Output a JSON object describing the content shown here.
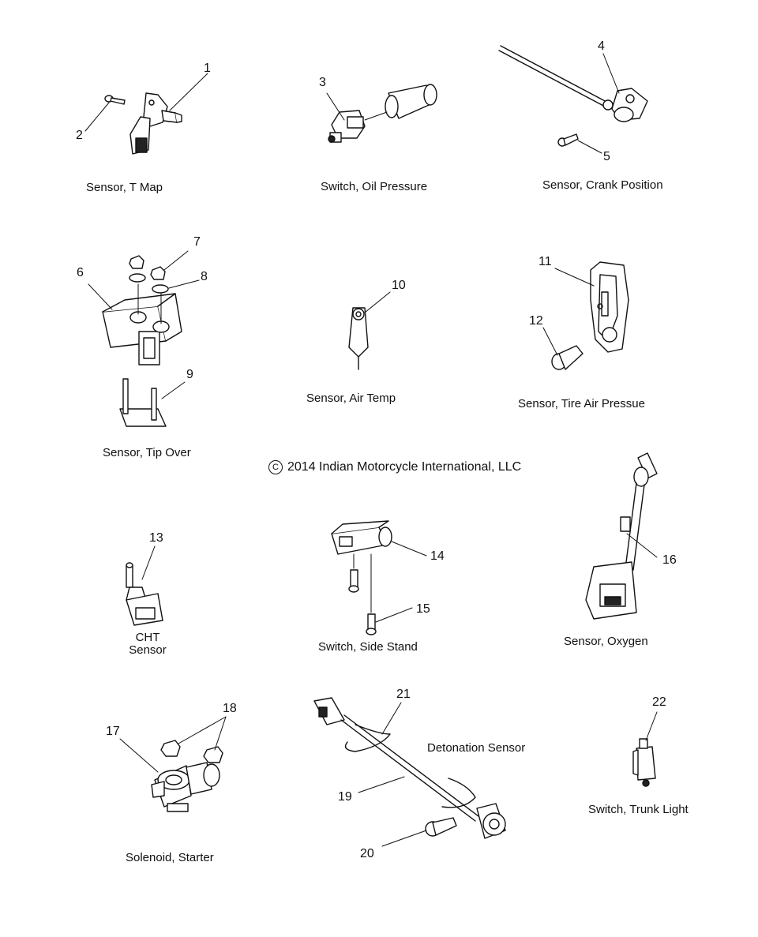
{
  "copyright": {
    "symbol": "C",
    "text": "2014 Indian Motorcycle International, LLC"
  },
  "labels": {
    "t_map": "Sensor, T Map",
    "oil_pressure": "Switch, Oil Pressure",
    "crank_position": "Sensor, Crank Position",
    "tip_over": "Sensor, Tip Over",
    "air_temp": "Sensor, Air Temp",
    "tire_air": "Sensor, Tire Air Pressue",
    "cht_line1": "CHT",
    "cht_line2": "Sensor",
    "side_stand": "Switch, Side Stand",
    "oxygen": "Sensor, Oxygen",
    "starter": "Solenoid, Starter",
    "detonation": "Detonation Sensor",
    "trunk_light": "Switch, Trunk Light"
  },
  "callouts": [
    "1",
    "2",
    "3",
    "4",
    "5",
    "6",
    "7",
    "8",
    "9",
    "10",
    "11",
    "12",
    "13",
    "14",
    "15",
    "16",
    "17",
    "18",
    "19",
    "20",
    "21",
    "22"
  ]
}
